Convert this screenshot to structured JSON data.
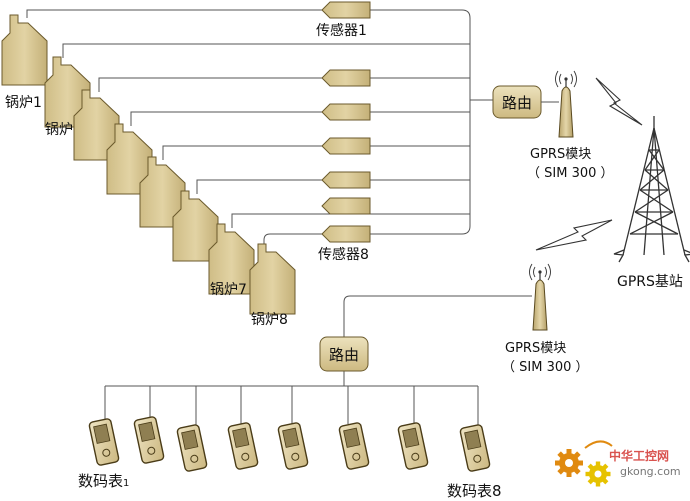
{
  "labels": {
    "boiler_first": "锅炉1",
    "boiler_second": "锅炉",
    "boiler_seventh": "锅炉7",
    "boiler_last": "锅炉8",
    "sensor_first": "传感器1",
    "sensor_last": "传感器8",
    "router_top": "路由",
    "router_bottom": "路由",
    "gprs_top": "GPRS模块",
    "sim_top": "（ SIM 300 ）",
    "gprs_bottom": "GPRS模块",
    "sim_bottom": "（ SIM 300 ）",
    "base_station": "GPRS基站",
    "meter_first": "数码表",
    "meter_first_sub": "1",
    "meter_last": "数码表8"
  },
  "watermark": {
    "name": "中华工控网",
    "url": "gkong.com"
  },
  "colors": {
    "device_fill": "#d8c896",
    "device_stroke": "#5a4a20",
    "line": "#555555",
    "accent_orange": "#e08a10",
    "accent_yellow": "#e6c200"
  }
}
